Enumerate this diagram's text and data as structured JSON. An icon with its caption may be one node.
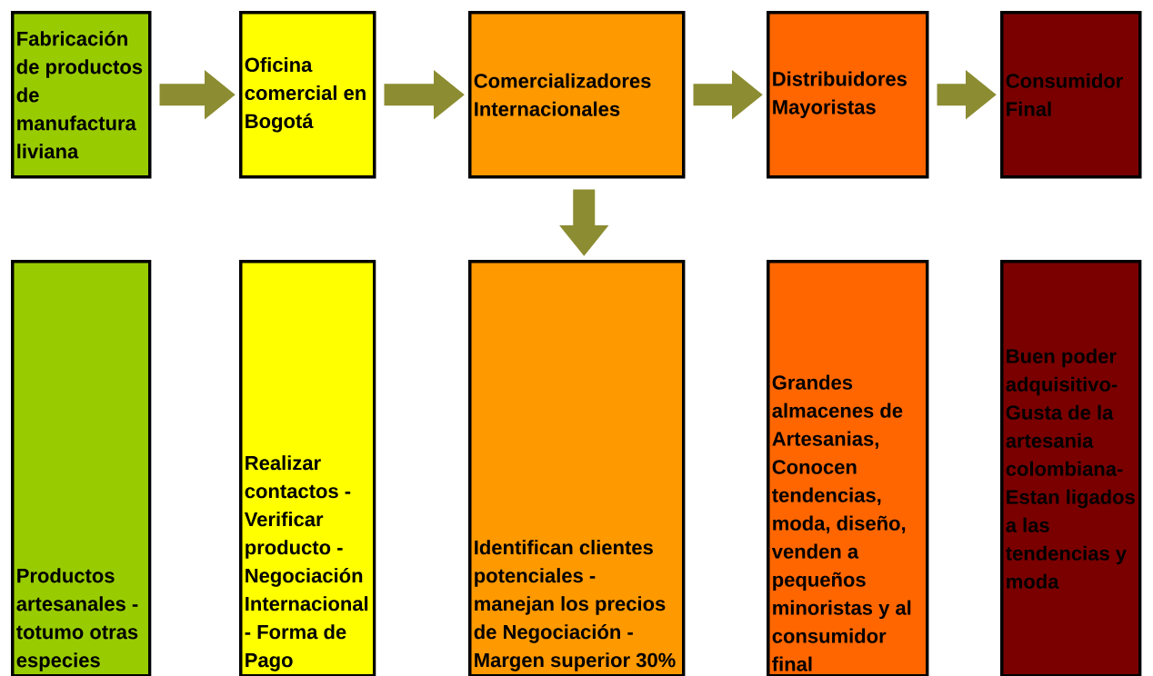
{
  "diagram": {
    "nodes": [
      {
        "text": [
          "Fabricación de productos de manufactura liviana"
        ]
      },
      {
        "text": [
          "Oficina comercial en Bogotá"
        ]
      },
      {
        "text": [
          "Comercializadores Internacionales"
        ]
      },
      {
        "text": [
          "Distribuidores Mayoristas"
        ]
      },
      {
        "text": [
          "Consumidor Final"
        ]
      },
      {
        "text": [
          "Productos artesanales - totumo otras especies"
        ]
      },
      {
        "text": [
          "Realizar contactos - Verificar producto - Negociación Internacional - Forma de Pago"
        ]
      },
      {
        "text": [
          "Identifican clientes potenciales - manejan los precios de Negociación - Margen superior 30%"
        ]
      },
      {
        "text": [
          "Grandes almacenes de Artesanias, Conocen tendencias, moda, diseño, venden a pequeños minoristas y al consumidor final"
        ]
      },
      {
        "text": [
          "Buen poder adquisitivo- Gusta de la artesania colombiana- Estan ligados a las tendencias y moda"
        ]
      }
    ],
    "edges": [
      {
        "from": 0,
        "to": 1,
        "arrow": "to"
      },
      {
        "from": 1,
        "to": 2,
        "arrow": "to"
      },
      {
        "from": 2,
        "to": 3,
        "arrow": "to"
      },
      {
        "from": 3,
        "to": 4,
        "arrow": "to"
      },
      {
        "from": 2,
        "to": 7,
        "arrow": "to"
      }
    ]
  }
}
